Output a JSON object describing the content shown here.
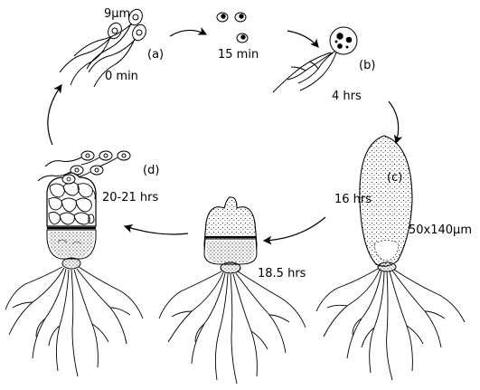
{
  "colors": {
    "ink": "#000000",
    "paper": "#ffffff"
  },
  "labels": {
    "zoospore_size": "9µm",
    "stage_a": "(a)",
    "time_a": "0 min",
    "time_encyst": "15 min",
    "stage_b": "(b)",
    "time_b": "4 hrs",
    "stage_c": "(c)",
    "time_c": "16 hrs",
    "size_c": "50x140µm",
    "time_mid": "18.5 hrs",
    "stage_d": "(d)",
    "time_d": "20-21 hrs"
  }
}
